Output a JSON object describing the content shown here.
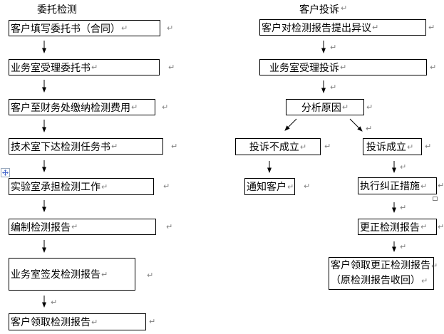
{
  "window": {
    "background": "#ffffff"
  },
  "colors": {
    "box_border": "#000000",
    "text": "#000000",
    "return_mark": "#808080",
    "move_handle_border": "#9aaabd",
    "move_handle_glyph": "#4466cc",
    "anchor_square": "#808080"
  },
  "marks": {
    "return_mark": "↵"
  },
  "left_flow": {
    "title": "委托检测",
    "steps": [
      "客户填写委托书（合同）",
      "业务室受理委托书",
      "客户至财务处缴纳检测费用",
      "技术室下达检测任务书",
      "实验室承担检测工作",
      "编制检测报告",
      "业务室签发检测报告",
      "客户领取检测报告"
    ]
  },
  "right_flow": {
    "title": "客户投诉",
    "steps": [
      "客户对检测报告提出异议",
      "业务室受理投诉",
      "分析原因",
      "投诉不成立",
      "投诉成立",
      "通知客户",
      "执行纠正措施",
      "更正检测报告",
      "客户领取更正检测报告",
      "（原检测报告收回）"
    ]
  }
}
